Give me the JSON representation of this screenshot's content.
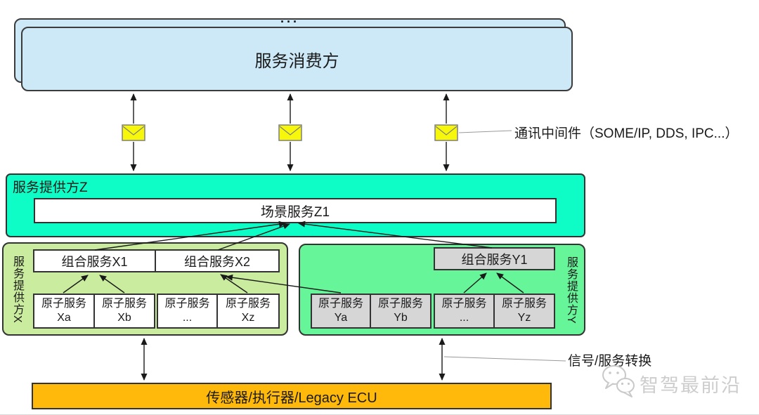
{
  "consumer": {
    "more_indicator": "···",
    "label": "服务消费方"
  },
  "middleware": {
    "label": "通讯中间件（SOME/IP, DDS, IPC...）",
    "icon": "envelope-icon",
    "envelope_count": 3
  },
  "provider_z": {
    "title": "服务提供方Z",
    "scenario_service": "场景服务Z1"
  },
  "provider_x": {
    "title": "服务提供方X",
    "composite_services": [
      "组合服务X1",
      "组合服务X2"
    ],
    "atomic_services": [
      {
        "line1": "原子服务",
        "line2": "Xa"
      },
      {
        "line1": "原子服务",
        "line2": "Xb"
      },
      {
        "line1": "原子服务",
        "line2": "..."
      },
      {
        "line1": "原子服务",
        "line2": "Xz"
      }
    ]
  },
  "provider_y": {
    "title": "服务提供方Y",
    "composite_services": [
      "组合服务Y1"
    ],
    "atomic_services": [
      {
        "line1": "原子服务",
        "line2": "Ya"
      },
      {
        "line1": "原子服务",
        "line2": "Yb"
      },
      {
        "line1": "原子服务",
        "line2": "..."
      },
      {
        "line1": "原子服务",
        "line2": "Yz"
      }
    ]
  },
  "signal_conversion": {
    "label": "信号/服务转换"
  },
  "ecu": {
    "label": "传感器/执行器/Legacy ECU"
  },
  "watermark": {
    "text": "智驾最前沿",
    "icon": "wechat-icon"
  },
  "edges": [
    "服务消费方 <-> 通讯中间件 <-> 服务提供方Z (3 channels)",
    "组合服务X1 -> 场景服务Z1",
    "组合服务X2 -> 场景服务Z1",
    "组合服务Y1 -> 场景服务Z1",
    "原子服务Xa -> 组合服务X1",
    "原子服务Xb -> 组合服务X1",
    "原子服务Xz -> 组合服务X2",
    "原子服务Ya -> 组合服务X2",
    "原子服务... -> 组合服务Y1",
    "原子服务Yz -> 组合服务Y1",
    "服务提供方X <-> 传感器/执行器/Legacy ECU",
    "服务提供方Y <-> 传感器/执行器/Legacy ECU"
  ],
  "colors": {
    "consumer_fill": "#cde9f8",
    "provider_z_fill": "#0efdc6",
    "provider_x_fill": "#c9ec9e",
    "provider_y_fill": "#66f599",
    "gray_service_fill": "#d6d6d6",
    "envelope_fill": "#f7f70c",
    "ecu_fill": "#ffb90a",
    "border": "#333333",
    "arrow": "#1a1a1a",
    "watermark": "#cdcdcd"
  }
}
